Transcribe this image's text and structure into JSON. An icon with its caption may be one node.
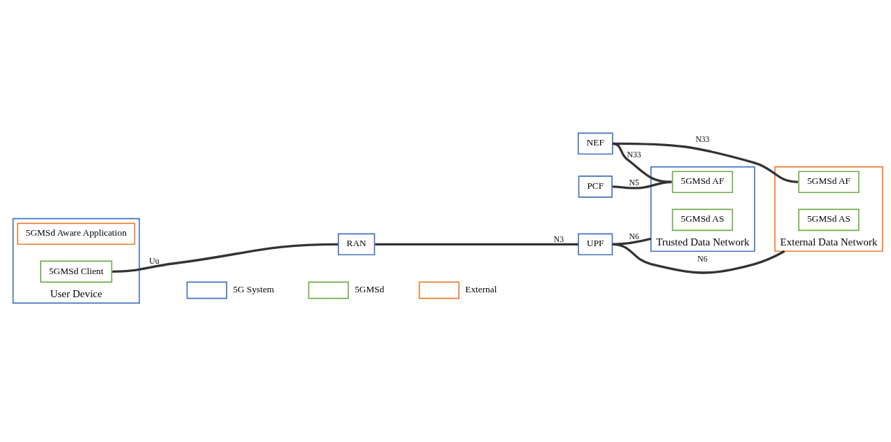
{
  "diagram": {
    "nodes": [
      {
        "text": [
          "User Device"
        ]
      },
      {
        "text": [
          "5GMSd Aware Application"
        ],
        "in": 0
      },
      {
        "text": [
          "5GMSd Client"
        ],
        "in": 0
      },
      {
        "text": [
          "RAN"
        ]
      },
      {
        "text": [
          "UPF"
        ]
      },
      {
        "text": [
          "NEF"
        ]
      },
      {
        "text": [
          "PCF"
        ]
      },
      {
        "text": [
          "Trusted Data Network"
        ]
      },
      {
        "text": [
          "5GMSd AF"
        ],
        "in": 7
      },
      {
        "text": [
          "5GMSd AS"
        ],
        "in": 7
      },
      {
        "text": [
          "External Data Network"
        ]
      },
      {
        "text": [
          "5GMSd AF"
        ],
        "in": 10
      },
      {
        "text": [
          "5GMSd AS"
        ],
        "in": 10
      }
    ],
    "edges": [
      {
        "from": 2,
        "to": 3,
        "arrow": "none",
        "label": "Uu"
      },
      {
        "from": 3,
        "to": 4,
        "arrow": "none",
        "label": "N3"
      },
      {
        "from": 4,
        "to": 7,
        "arrow": "none",
        "label": "N6"
      },
      {
        "from": 4,
        "to": 10,
        "arrow": "none",
        "label": "N6"
      },
      {
        "from": 5,
        "to": 11,
        "arrow": "none",
        "label": "N33"
      },
      {
        "from": 5,
        "to": 8,
        "arrow": "none",
        "label": "N33"
      },
      {
        "from": 6,
        "to": 8,
        "arrow": "none",
        "label": "N5"
      }
    ],
    "legend": [
      {
        "text": "5G System",
        "color": "#4472c4"
      },
      {
        "text": "5GMSd",
        "color": "#70ad47"
      },
      {
        "text": "External",
        "color": "#ed7d31"
      }
    ]
  }
}
